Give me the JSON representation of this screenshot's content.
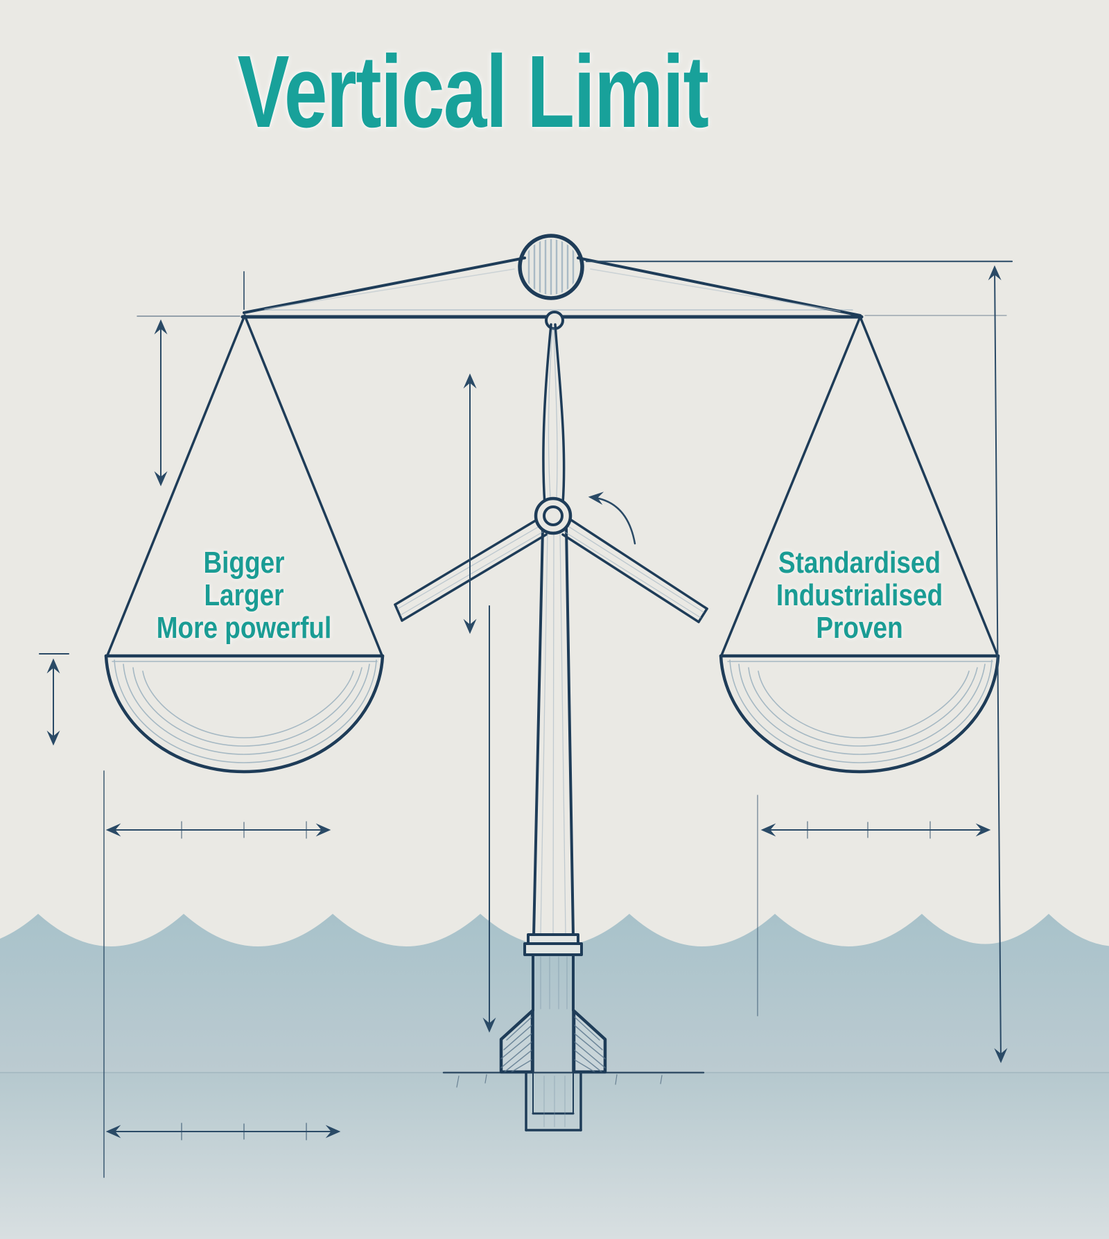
{
  "title": "Vertical Limit",
  "left_pan": {
    "lines": [
      "Bigger",
      "Larger",
      "More powerful"
    ]
  },
  "right_pan": {
    "lines": [
      "Standardised",
      "Industrialised",
      "Proven"
    ]
  },
  "colors": {
    "background": "#eae9e4",
    "ink": "#1e3c58",
    "sketch_light": "#9fb2c0",
    "teal_title": "#18a19a",
    "teal_labels": "#1a9c94",
    "water_top": "#a8c2ca",
    "water_bottom": "#bccbd1",
    "seabed_top": "#b5c8ce",
    "seabed_bottom": "#d8dfe1",
    "dimension": "#2a4a66"
  }
}
